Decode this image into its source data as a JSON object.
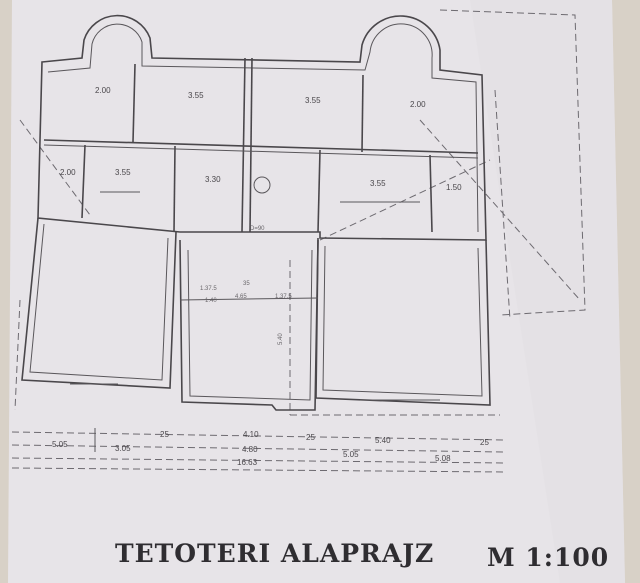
{
  "title": "TETOTERI ALAPRAJZ",
  "scale": "M 1:100",
  "dimensions": {
    "row1": [
      "25",
      "4.10",
      "25",
      "5.40",
      "25"
    ],
    "row2": [
      "5.05",
      "3.05",
      "4.80",
      "5.05",
      "5.08"
    ],
    "total": "16.63"
  },
  "inner_dimensions": [
    "1.37.5",
    "1.40",
    "4.65",
    "1.37.5",
    "35",
    "5.40",
    "D=90"
  ],
  "room_values": [
    "2.00",
    "3.55",
    "3.55",
    "2.00",
    "2.00",
    "3.55",
    "3.30",
    "3.55",
    "1.50"
  ]
}
